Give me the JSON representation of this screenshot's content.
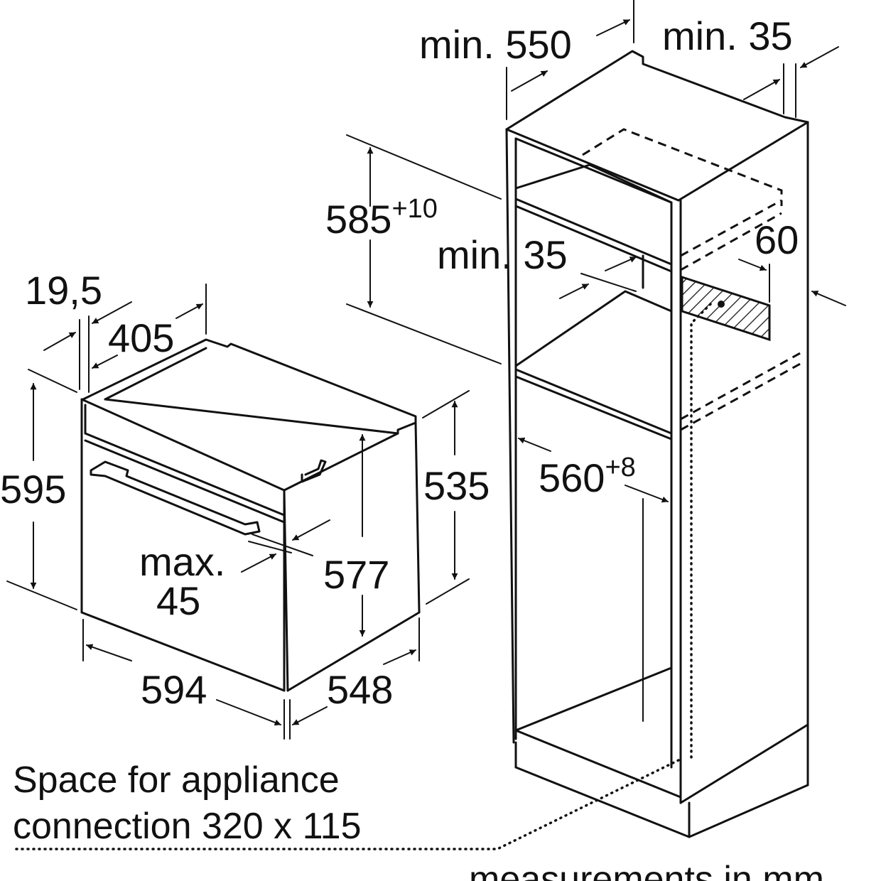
{
  "dimensions": {
    "oven_depth": "548",
    "oven_width": "594",
    "oven_height": "595",
    "oven_inner_height": "577",
    "oven_side_height": "535",
    "oven_top_depth": "405",
    "front_panel_thickness": "19,5",
    "handle_clearance_line1": "max.",
    "handle_clearance_line2": "45",
    "cabinet_depth": "min. 550",
    "cabinet_back_gap": "min. 35",
    "shelf_gap": "min. 35",
    "niche_height_base": "585",
    "niche_height_tol": "+10",
    "niche_width_base": "560",
    "niche_width_tol": "+8",
    "vent_height": "60"
  },
  "notes": {
    "connection_line1": "Space for appliance",
    "connection_line2": "connection 320 x 115",
    "units": "measurements in mm"
  }
}
